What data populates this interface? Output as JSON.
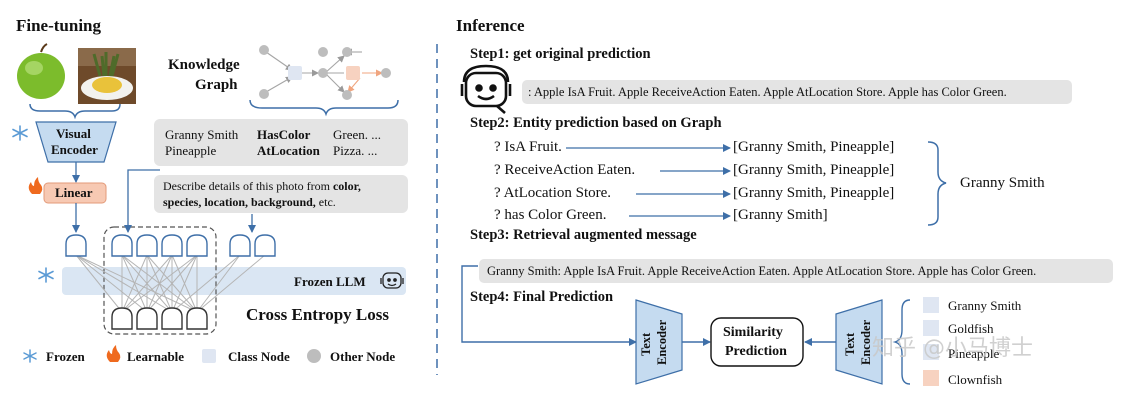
{
  "fine_tuning": {
    "title": "Fine-tuning",
    "knowledge_graph_label_1": "Knowledge",
    "knowledge_graph_label_2": "Graph",
    "visual_encoder_1": "Visual",
    "visual_encoder_2": "Encoder",
    "linear": "Linear",
    "kg_rows": [
      {
        "entity": "Granny Smith",
        "relation": "HasColor",
        "value": "Green. ..."
      },
      {
        "entity": "Pineapple",
        "relation": "AtLocation",
        "value": "Pizza. ..."
      }
    ],
    "prompt_line_1_plain": "Describe details of this photo from ",
    "prompt_line_1_bold": "color,",
    "prompt_line_2_bold": "species, location, background,",
    "prompt_line_2_plain": " etc.",
    "frozen_llm": "Frozen LLM",
    "loss": "Cross Entropy Loss",
    "legend": {
      "frozen": "Frozen",
      "learnable": "Learnable",
      "class_node": "Class Node",
      "other_node": "Other Node"
    }
  },
  "inference": {
    "title": "Inference",
    "step1": "Step1: get original prediction",
    "step1_output": ": Apple IsA Fruit. Apple ReceiveAction Eaten. Apple AtLocation Store. Apple has Color Green.",
    "step2": "Step2: Entity prediction based on Graph",
    "queries": [
      {
        "q": "?  IsA Fruit.",
        "result": "[Granny Smith, Pineapple]"
      },
      {
        "q": "?  ReceiveAction Eaten.",
        "result": "[Granny Smith, Pineapple]"
      },
      {
        "q": "?  AtLocation Store.",
        "result": "[Granny Smith, Pineapple]"
      },
      {
        "q": "?  has Color Green.",
        "result": "[Granny Smith]"
      }
    ],
    "entity_result": "Granny Smith",
    "step3": "Step3: Retrieval augmented message",
    "step3_message": "Granny Smith: Apple IsA Fruit. Apple ReceiveAction Eaten. Apple AtLocation Store. Apple has Color Green.",
    "step4": "Step4: Final Prediction",
    "text_encoder_1": "Text",
    "text_encoder_2": "Encoder",
    "similarity_1": "Similarity",
    "similarity_2": "Prediction",
    "classes": [
      "Granny Smith",
      "Goldfish",
      "Pineapple",
      "Clownfish"
    ],
    "watermark": "知乎 @小马博士"
  },
  "colors": {
    "encoder_fill": "#c5dbf0",
    "linear_fill": "#f7c9b3",
    "llm_fill": "#dae6f3",
    "arrow_blue": "#3e6fa8",
    "divider": "#3e6fa8",
    "graybox": "#e4e4e4",
    "class_node": "#dfe6f2",
    "other_node": "#bdbdbd",
    "orange_node": "#f7d2c0"
  }
}
